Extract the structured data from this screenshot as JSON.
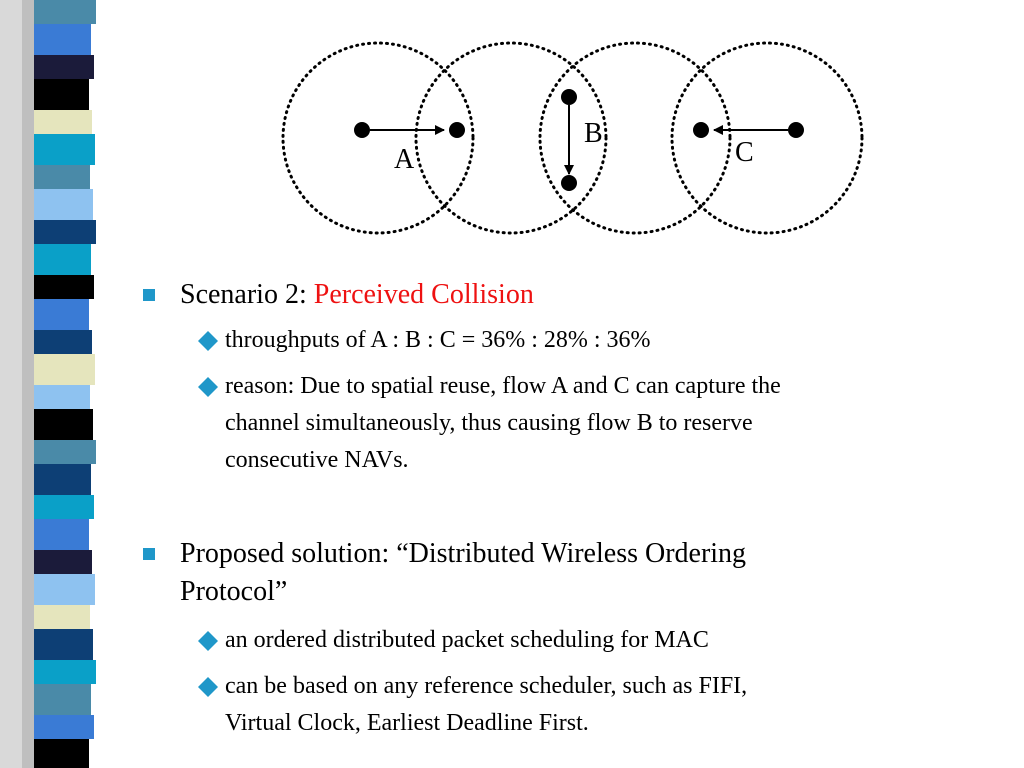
{
  "colors": {
    "bullet": "#1f97c9",
    "accent_red": "#ee1111",
    "stripe_palette": [
      "#1b1b3a",
      "#4a8aa8",
      "#0d3f75",
      "#3a7bd5",
      "#000000",
      "#e5e5bd",
      "#0aa0c8",
      "#8ec2f0"
    ]
  },
  "diagram": {
    "labels": {
      "a": "A",
      "b": "B",
      "c": "C"
    }
  },
  "bullets": [
    {
      "text_before": "Scenario 2: ",
      "text_highlight": "Perceived Collision",
      "sub": [
        {
          "lines": [
            "throughputs of A : B :  C = 36% : 28% : 36%"
          ]
        },
        {
          "lines": [
            "reason: Due to spatial reuse, flow A and C can capture the",
            "channel simultaneously, thus causing flow B to reserve",
            "consecutive NAVs."
          ]
        }
      ]
    },
    {
      "lines": [
        "Proposed solution: “Distributed Wireless Ordering",
        "Protocol”"
      ],
      "sub": [
        {
          "lines": [
            "an ordered distributed packet scheduling for MAC"
          ]
        },
        {
          "lines": [
            "can be based on any reference scheduler, such as FIFI,",
            "Virtual Clock, Earliest Deadline First."
          ]
        }
      ]
    }
  ]
}
